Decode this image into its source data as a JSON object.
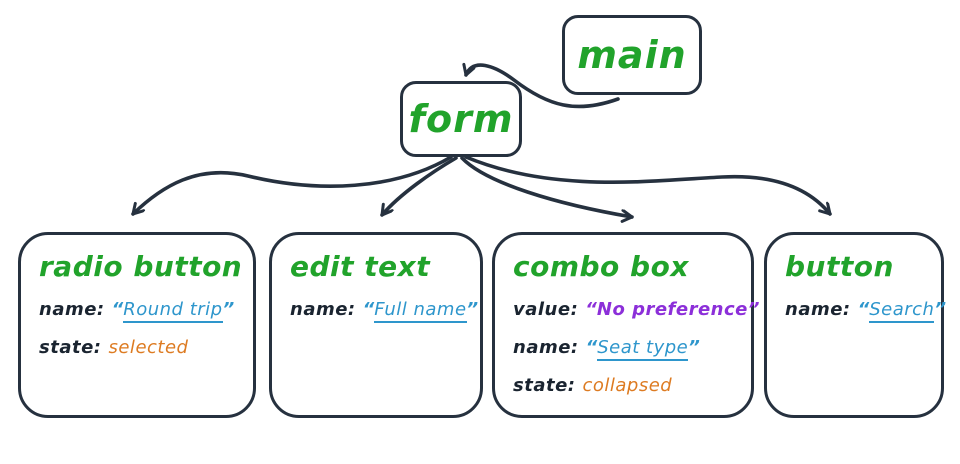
{
  "punct": {
    "open_quote": "“",
    "close_quote": "”"
  },
  "colors": {
    "ink": "#26313f",
    "green": "#21a32b",
    "blue": "#2e96cc",
    "orange": "#dd7b22",
    "purple": "#8c2fd9",
    "key_text": "#1a2430",
    "background": "#ffffff"
  },
  "nodes": {
    "main": {
      "label": "main"
    },
    "form": {
      "label": "form"
    },
    "children": [
      {
        "id": "radio-button",
        "label": "radio button",
        "props": {
          "name": {
            "key": "name:",
            "value": "Round trip"
          },
          "state": {
            "key": "state:",
            "value": "selected"
          }
        }
      },
      {
        "id": "edit-text",
        "label": "edit text",
        "props": {
          "name": {
            "key": "name:",
            "value": "Full name"
          }
        }
      },
      {
        "id": "combo-box",
        "label": "combo box",
        "props": {
          "value": {
            "key": "value:",
            "value": "No preference"
          },
          "name": {
            "key": "name:",
            "value": "Seat type"
          },
          "state": {
            "key": "state:",
            "value": "collapsed"
          }
        }
      },
      {
        "id": "button",
        "label": "button",
        "props": {
          "name": {
            "key": "name:",
            "value": "Search"
          }
        }
      }
    ]
  }
}
